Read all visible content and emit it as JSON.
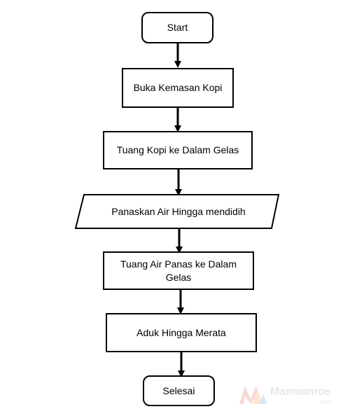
{
  "flowchart": {
    "nodes": [
      {
        "id": "start",
        "shape": "terminal",
        "label": "Start"
      },
      {
        "id": "step1",
        "shape": "process",
        "label": "Buka Kemasan Kopi"
      },
      {
        "id": "step2",
        "shape": "process",
        "label": "Tuang Kopi ke Dalam Gelas"
      },
      {
        "id": "step3",
        "shape": "io",
        "label": "Panaskan Air Hingga mendidih"
      },
      {
        "id": "step4",
        "shape": "process",
        "label": "Tuang Air Panas ke Dalam Gelas"
      },
      {
        "id": "step5",
        "shape": "process",
        "label": "Aduk Hingga Merata"
      },
      {
        "id": "end",
        "shape": "terminal",
        "label": "Selesai"
      }
    ],
    "edges": [
      {
        "from": "start",
        "to": "step1"
      },
      {
        "from": "step1",
        "to": "step2"
      },
      {
        "from": "step2",
        "to": "step3"
      },
      {
        "from": "step3",
        "to": "step4"
      },
      {
        "from": "step4",
        "to": "step5"
      },
      {
        "from": "step5",
        "to": "end"
      }
    ]
  },
  "watermark": {
    "text": "Maxmanroe",
    "subtext": ".com"
  },
  "colors": {
    "stroke": "#000000",
    "background": "#ffffff",
    "watermark": "#9a9a9a"
  }
}
